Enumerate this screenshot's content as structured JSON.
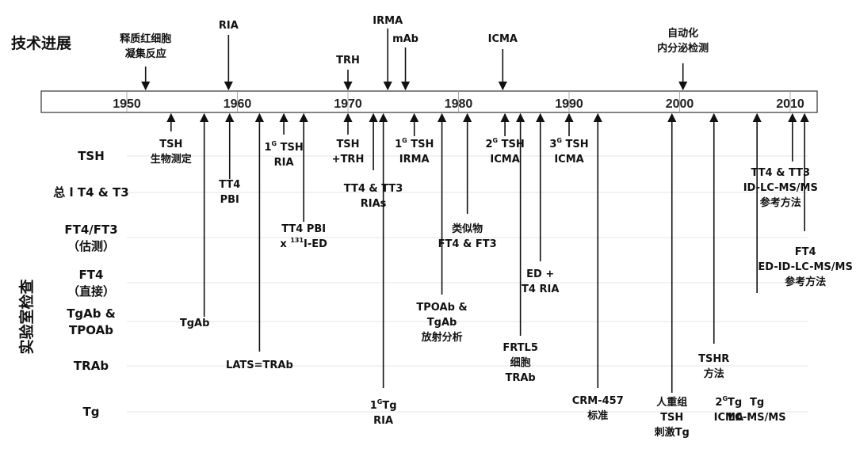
{
  "labels": {
    "tech_progress": "技术进展",
    "lab_tests": "实验室检查"
  },
  "years": [
    "1950",
    "1960",
    "1970",
    "1980",
    "1990",
    "2000",
    "2010"
  ],
  "rows": [
    {
      "label": [
        "TSH"
      ]
    },
    {
      "label": [
        "总 l T4 & T3"
      ]
    },
    {
      "label": [
        "FT4/FT3",
        "（估测）"
      ]
    },
    {
      "label": [
        "FT4",
        "（直接）"
      ]
    },
    {
      "label": [
        "TgAb &",
        "TPOAb"
      ]
    },
    {
      "label": [
        "TRAb"
      ]
    },
    {
      "label": [
        "Tg"
      ]
    }
  ],
  "tech_events": [
    {
      "year": 1951.7,
      "lines": [
        "释质红细胞",
        "凝集反应"
      ]
    },
    {
      "year": 1959.2,
      "lines": [
        "RIA"
      ]
    },
    {
      "year": 1970.0,
      "lines": [
        "TRH"
      ]
    },
    {
      "year": 1973.6,
      "lines": [
        "IRMA"
      ]
    },
    {
      "year": 1975.2,
      "lines": [
        "mAb"
      ]
    },
    {
      "year": 1984.0,
      "lines": [
        "ICMA"
      ]
    },
    {
      "year": 2000.3,
      "lines": [
        "自动化",
        "内分泌检测"
      ]
    }
  ],
  "lab_events": [
    {
      "year": 1954.0,
      "lines": [
        "TSH",
        "生物测定"
      ]
    },
    {
      "year": 1957.0,
      "lines": [
        "TgAb"
      ]
    },
    {
      "year": 1959.3,
      "lines": [
        "TT4",
        "PBI"
      ]
    },
    {
      "year": 1962.0,
      "lines": [
        "LATS=TRAb"
      ]
    },
    {
      "year": 1964.2,
      "lines": [
        "1G TSH",
        "RIA"
      ]
    },
    {
      "year": 1966.0,
      "lines": [
        "TT4 PBI",
        "x 131I-ED"
      ]
    },
    {
      "year": 1970.0,
      "lines": [
        "TSH",
        "+TRH"
      ]
    },
    {
      "year": 1972.3,
      "lines": [
        "TT4 & TT3",
        "RIAs"
      ]
    },
    {
      "year": 1973.2,
      "lines": [
        "1GTg",
        "RIA"
      ]
    },
    {
      "year": 1976.0,
      "lines": [
        "1G TSH",
        "IRMA"
      ]
    },
    {
      "year": 1978.5,
      "lines": [
        "TPOAb &",
        "TgAb",
        "放射分析"
      ]
    },
    {
      "year": 1980.8,
      "lines": [
        "类似物",
        "FT4 & FT3"
      ]
    },
    {
      "year": 1984.2,
      "lines": [
        "2G TSH",
        "ICMA"
      ]
    },
    {
      "year": 1985.6,
      "lines": [
        "FRTL5",
        "细胞",
        "TRAb"
      ]
    },
    {
      "year": 1987.4,
      "lines": [
        "ED +",
        "T4 RIA"
      ]
    },
    {
      "year": 1990.0,
      "lines": [
        "3G TSH",
        "ICMA"
      ]
    },
    {
      "year": 1992.6,
      "lines": [
        "CRM-457",
        "标准"
      ]
    },
    {
      "year": 1999.3,
      "lines": [
        "人重组",
        "TSH",
        "刺激Tg"
      ]
    },
    {
      "year": 2003.1,
      "lines": [
        "TSHR",
        "方法"
      ]
    },
    {
      "year": 2007.0,
      "lines": [
        "Tg",
        "LC-MS/MS"
      ]
    },
    {
      "year": 2007.3,
      "lines": [
        "2GTg",
        "ICMA"
      ]
    },
    {
      "year": 2010.2,
      "lines": [
        "TT4 & TT3",
        "ID-LC-MS/MS",
        "参考方法"
      ]
    },
    {
      "year": 2011.3,
      "lines": [
        "FT4",
        "ED-ID-LC-MS/MS",
        "参考方法"
      ]
    }
  ]
}
